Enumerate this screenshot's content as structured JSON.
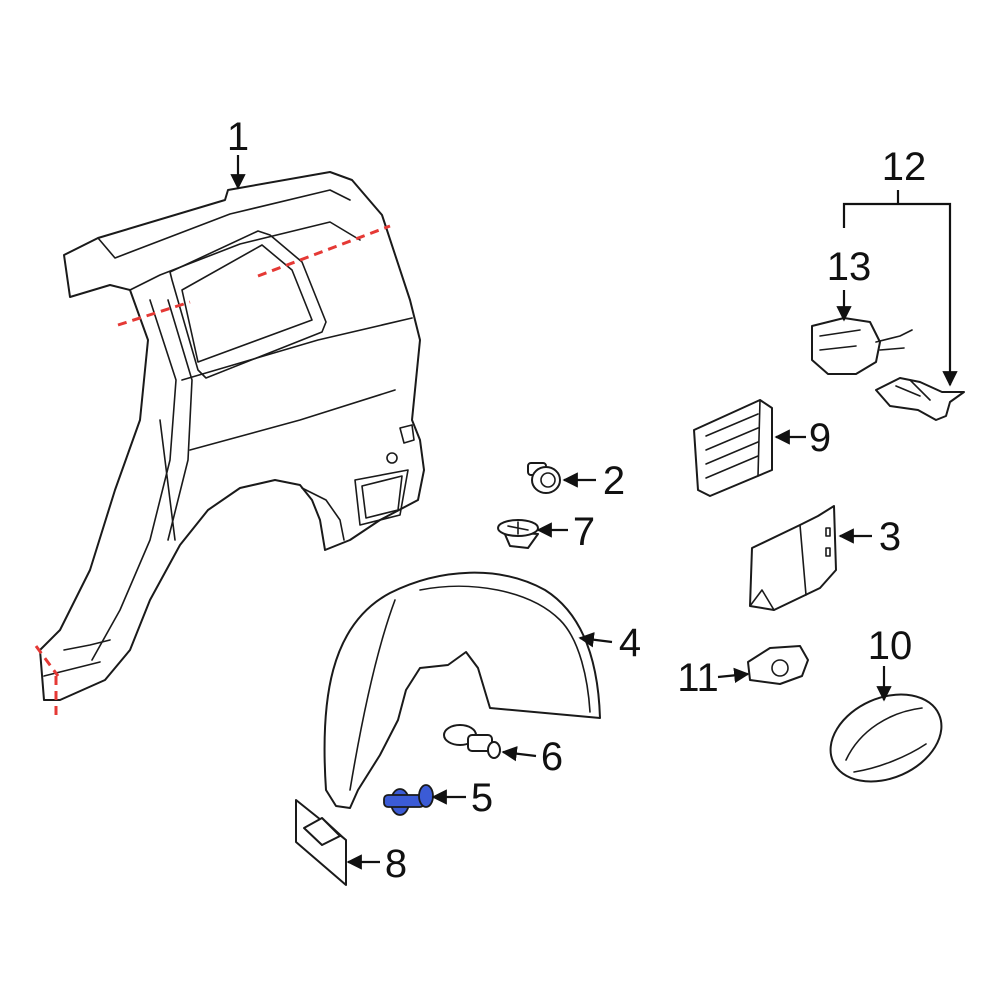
{
  "diagram": {
    "highlight_color": "#3b5bd6",
    "cut_line_color": "#e53935",
    "callouts": [
      {
        "id": "1",
        "label": "1"
      },
      {
        "id": "2",
        "label": "2"
      },
      {
        "id": "3",
        "label": "3"
      },
      {
        "id": "4",
        "label": "4"
      },
      {
        "id": "5",
        "label": "5"
      },
      {
        "id": "6",
        "label": "6"
      },
      {
        "id": "7",
        "label": "7"
      },
      {
        "id": "8",
        "label": "8"
      },
      {
        "id": "9",
        "label": "9"
      },
      {
        "id": "10",
        "label": "10"
      },
      {
        "id": "11",
        "label": "11"
      },
      {
        "id": "12",
        "label": "12"
      },
      {
        "id": "13",
        "label": "13"
      }
    ]
  }
}
